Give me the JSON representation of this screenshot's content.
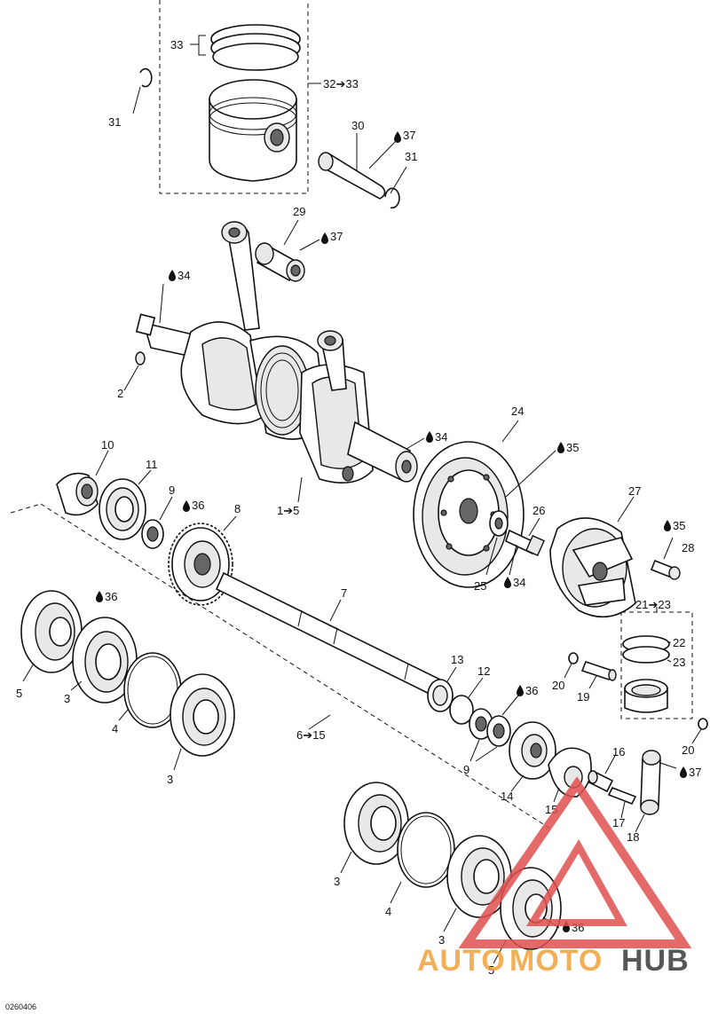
{
  "diagram": {
    "labels": {
      "l31a": "31",
      "l33": "33",
      "l32_33": "32➔33",
      "l30": "30",
      "l37a": "37",
      "l31b": "31",
      "l29": "29",
      "l37b": "37",
      "l34a": "34",
      "l2": "2",
      "l34b": "34",
      "l24": "24",
      "l35a": "35",
      "l10": "10",
      "l11": "11",
      "l9a": "9",
      "l36a": "36",
      "l8": "8",
      "l1_5": "1➔5",
      "l27": "27",
      "l26": "26",
      "l35b": "35",
      "l28": "28",
      "l25": "25",
      "l34c": "34",
      "l21_23": "21➔23",
      "l22": "22",
      "l23": "23",
      "l36b": "36",
      "l7": "7",
      "l5a": "5",
      "l3a": "3",
      "l4a": "4",
      "l3b": "3",
      "l6_15": "6➔15",
      "l13": "13",
      "l12": "12",
      "l36c": "36",
      "l20a": "20",
      "l19": "19",
      "l9b": "9",
      "l14": "14",
      "l15": "15",
      "l16": "16",
      "l17": "17",
      "l37c": "37",
      "l18": "18",
      "l20b": "20",
      "l3c": "3",
      "l4b": "4",
      "l3d": "3",
      "l36d": "36",
      "l5b": "5"
    },
    "drawing_code": "0260406"
  },
  "watermark": {
    "text_a": "AUTO",
    "text_b": "MOTO",
    "text_c": "HUB",
    "color_orange": "#f2a23a",
    "color_red": "#e05050",
    "color_dark": "#3a3a3a"
  }
}
